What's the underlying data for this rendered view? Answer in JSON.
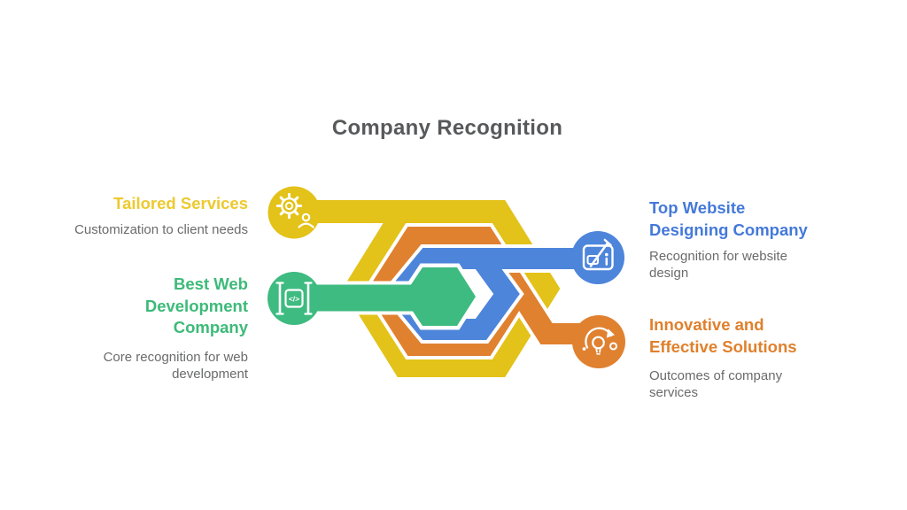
{
  "title": "Company Recognition",
  "colors": {
    "yellow": "#E3C219",
    "orange": "#E08130",
    "blue": "#4D85DB",
    "green": "#3EBB80",
    "yellow_text": "#EDC92E",
    "green_text": "#3DBA79",
    "blue_text": "#4479D9",
    "orange_text": "#E0802C",
    "title_text": "#58595B",
    "body_text": "#6A6B6C"
  },
  "icons": {
    "code_glyph": "</>"
  },
  "items": [
    {
      "heading": "Tailored Services",
      "description": "Customization to client needs",
      "color_key": "yellow",
      "icon": "gear-person-icon",
      "side": "left"
    },
    {
      "heading": "Best Web Development Company",
      "description": "Core recognition for web development",
      "color_key": "green",
      "icon": "code-window-icon",
      "side": "left"
    },
    {
      "heading": "Top Website Designing Company",
      "description": "Recognition for website design",
      "color_key": "blue",
      "icon": "tablet-pen-icon",
      "side": "right"
    },
    {
      "heading": "Innovative and Effective Solutions",
      "description": "Outcomes of company services",
      "color_key": "orange",
      "icon": "lightbulb-cycle-icon",
      "side": "right"
    }
  ]
}
